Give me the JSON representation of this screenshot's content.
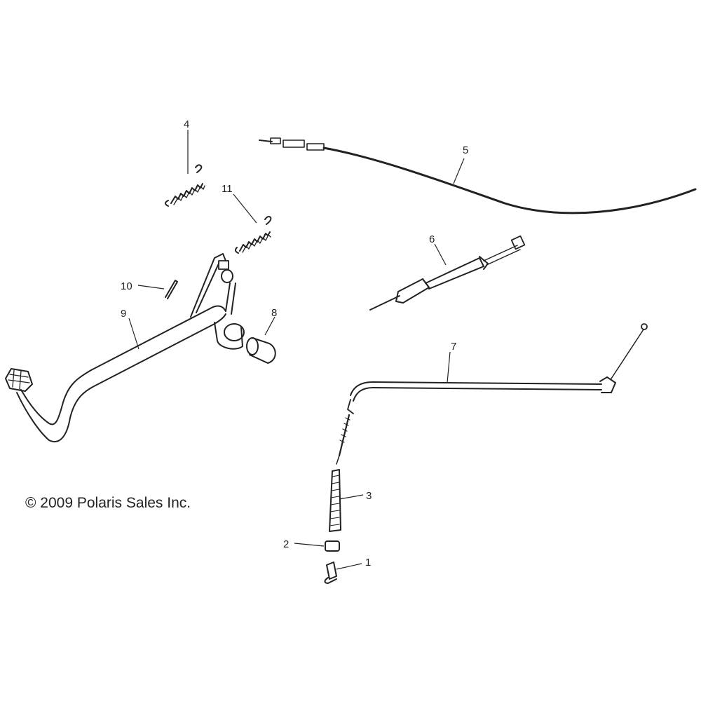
{
  "copyright": "© 2009 Polaris Sales Inc.",
  "callouts": [
    "1",
    "2",
    "3",
    "4",
    "5",
    "6",
    "7",
    "8",
    "9",
    "10",
    "11"
  ],
  "colors": {
    "ink": "#222222",
    "background": "#ffffff"
  }
}
